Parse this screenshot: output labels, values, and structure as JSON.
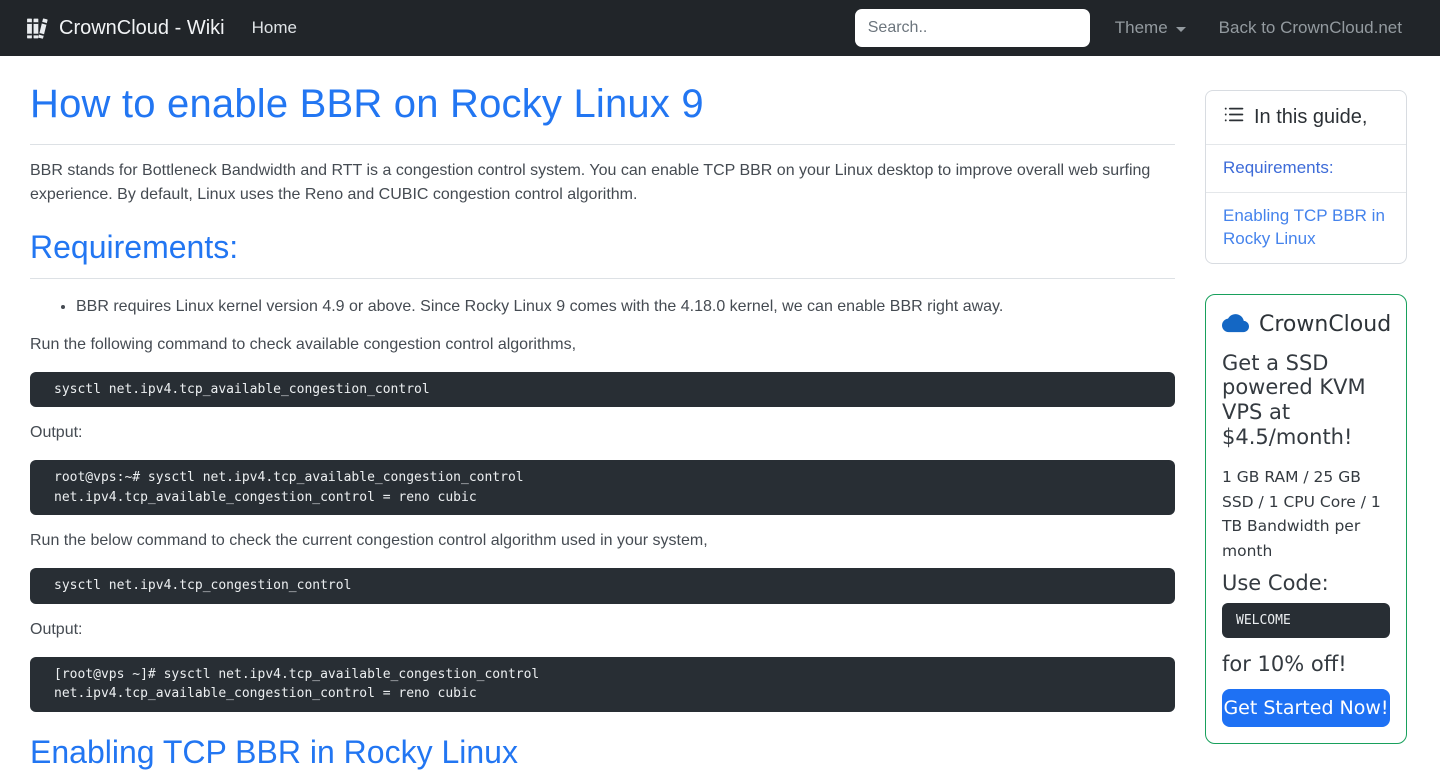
{
  "navbar": {
    "brand": "CrownCloud - Wiki",
    "home": "Home",
    "search_placeholder": "Search..",
    "theme_label": "Theme",
    "back_label": "Back to CrownCloud.net"
  },
  "article": {
    "title": "How to enable BBR on Rocky Linux 9",
    "intro": "BBR stands for Bottleneck Bandwidth and RTT is a congestion control system. You can enable TCP BBR on your Linux desktop to improve overall web surfing experience. By default, Linux uses the Reno and CUBIC congestion control algorithm.",
    "requirements_title": "Requirements:",
    "requirement_item": "BBR requires Linux kernel version 4.9 or above. Since Rocky Linux 9 comes with the 4.18.0 kernel, we can enable BBR right away.",
    "p_run_following": "Run the following command to check available congestion control algorithms,",
    "code_available": "sysctl net.ipv4.tcp_available_congestion_control",
    "output_label_1": "Output:",
    "code_output_1": "root@vps:~# sysctl net.ipv4.tcp_available_congestion_control\nnet.ipv4.tcp_available_congestion_control = reno cubic",
    "p_run_below": "Run the below command to check the current congestion control algorithm used in your system,",
    "code_current": "sysctl net.ipv4.tcp_congestion_control",
    "output_label_2": "Output:",
    "code_output_2": "[root@vps ~]# sysctl net.ipv4.tcp_available_congestion_control\nnet.ipv4.tcp_available_congestion_control = reno cubic",
    "enabling_title": "Enabling TCP BBR in Rocky Linux"
  },
  "toc": {
    "title": "In this guide,",
    "items": [
      {
        "label": "Requirements:"
      },
      {
        "label": "Enabling TCP BBR in Rocky Linux"
      }
    ]
  },
  "promo": {
    "brand": "CrownCloud",
    "heading": "Get a SSD powered KVM VPS at $4.5/month!",
    "specs": "1 GB RAM / 25 GB SSD / 1 CPU Core / 1 TB Bandwidth per month",
    "use_code_label": "Use Code:",
    "coupon_code": "WELCOME",
    "discount_text": "for 10% off!",
    "cta_label": "Get Started Now!"
  },
  "icons": {
    "navbar_brand": "books-icon",
    "toc_header": "list-icon",
    "promo_brand": "cloud-icon",
    "theme": "chevron-down-icon"
  },
  "colors": {
    "navbar_bg": "#212529",
    "heading_blue": "#2276f2",
    "code_bg": "#282e34",
    "toc_link_blue": "#4583ec",
    "promo_border_green": "#18a05c",
    "cta_blue": "#1e71f4",
    "cloud_blue": "#1467c4"
  }
}
